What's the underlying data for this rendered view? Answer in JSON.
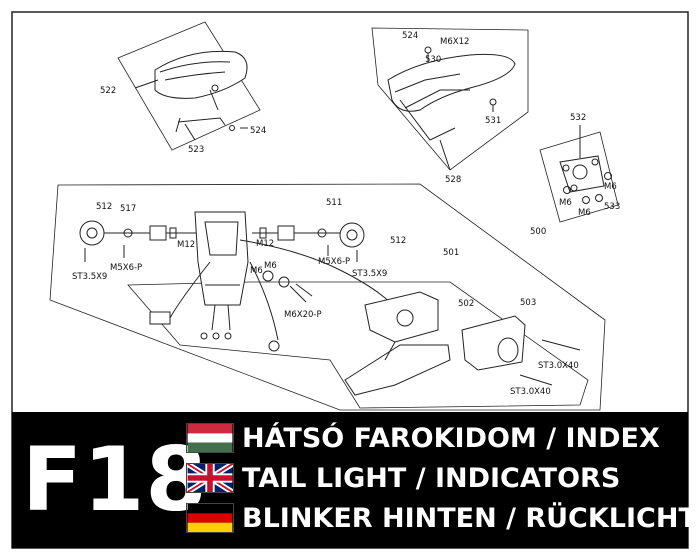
{
  "parts": {
    "p522": "522",
    "p523": "523",
    "p524a": "524",
    "p524b": "524",
    "m6x12": "M6X12",
    "p530": "530",
    "p531": "531",
    "p528": "528",
    "p532": "532",
    "m6a": "M6",
    "m6b": "M6",
    "m6c": "M6",
    "p533": "533",
    "p500": "500",
    "p501": "501",
    "p511": "511",
    "p512a": "512",
    "p512b": "512",
    "p517": "517",
    "m12a": "M12",
    "m12b": "M12",
    "st35a": "ST3.5X9",
    "st35b": "ST3.5X9",
    "m5x6a": "M5X6-P",
    "m5x6b": "M5X6-P",
    "m6d": "M6",
    "m6e": "M6",
    "m6x20": "M6X20-P",
    "p502": "502",
    "p503": "503",
    "st30a": "ST3.0X40",
    "st30b": "ST3.0X40"
  },
  "footer": {
    "code": "F18",
    "line_hu": "HÁTSÓ FAROKIDOM / INDEX",
    "line_en": "TAIL LIGHT / INDICATORS",
    "line_de": "BLINKER HINTEN / RÜCKLICHT"
  },
  "colors": {
    "hu_red": "#cd2a3e",
    "hu_white": "#ffffff",
    "hu_green": "#436f4d",
    "de_black": "#000000",
    "de_red": "#dd0000",
    "de_gold": "#ffce00",
    "uk_blue": "#012169",
    "uk_red": "#c8102e"
  }
}
